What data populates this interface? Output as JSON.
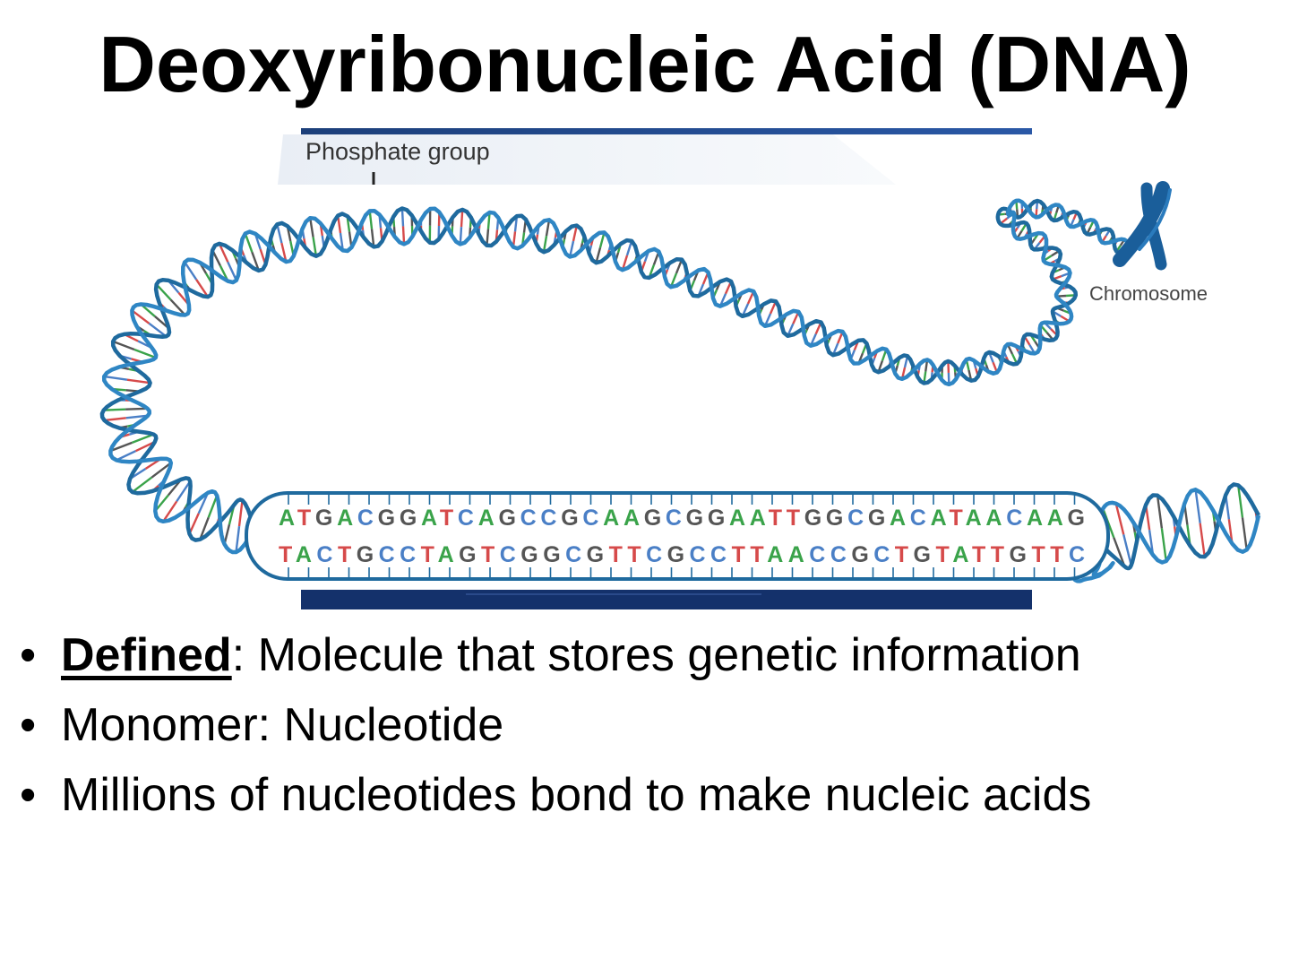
{
  "slide": {
    "title": "Deoxyribonucleic Acid (DNA)"
  },
  "figure": {
    "label_phosphate": "Phosphate group",
    "label_chromosome": "Chromosome",
    "strand_top": "ATGACGGATCAGCCGCAAGCGGAATTGGCGACATAACAAG",
    "strand_bottom": "TACTGCCTAGTCGGCGTTCGCCTTAACCGCTGTATTGTTC",
    "base_colors": {
      "A": "#3aa34a",
      "T": "#d64a4a",
      "G": "#555555",
      "C": "#4a7fc6"
    },
    "rung_colors": [
      "#d64a4a",
      "#3aa34a",
      "#4a7fc6",
      "#555555"
    ],
    "helix_color": "#1f6a9e"
  },
  "bullets": [
    {
      "term": "Defined",
      "text": ": Molecule that stores genetic information"
    },
    {
      "text": "Monomer: Nucleotide"
    },
    {
      "text": "Millions of nucleotides bond to make nucleic acids"
    }
  ]
}
